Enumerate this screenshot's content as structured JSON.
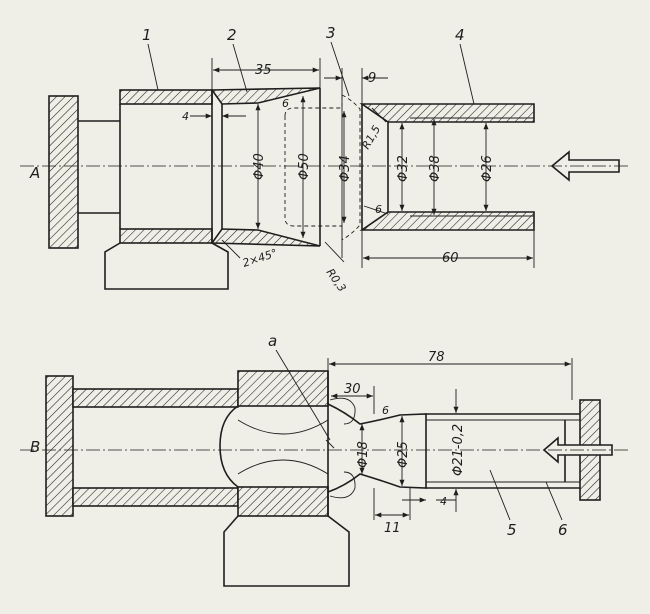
{
  "view_a": {
    "view_label": "A",
    "part_labels": [
      "1",
      "2",
      "3",
      "4"
    ],
    "dim_35": "35",
    "dim_9": "9",
    "dim_4": "4",
    "dim_6_top": "6",
    "dim_6_low": "6",
    "dim_r15": "R1,5",
    "dim_d40": "Φ40",
    "dim_d50": "Φ50",
    "dim_d34": "Φ34",
    "dim_d32": "Φ32",
    "dim_d38": "Φ38",
    "dim_d26": "Φ26",
    "dim_chamfer": "2×45°",
    "dim_r03": "R0,3",
    "dim_60": "60"
  },
  "view_b": {
    "view_label": "В",
    "label_a": "a",
    "dim_78": "78",
    "dim_30": "30",
    "dim_6": "6",
    "dim_d18": "Φ18",
    "dim_d25": "Φ25",
    "dim_d21": "Φ21-0,2",
    "dim_4": "4",
    "dim_11": "11",
    "part_5": "5",
    "part_6": "6"
  }
}
